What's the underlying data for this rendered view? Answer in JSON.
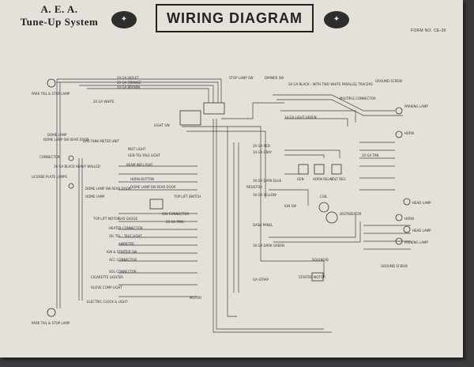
{
  "brand": {
    "line1": "A. E. A.",
    "line2": "Tune-Up System"
  },
  "title": "WIRING DIAGRAM",
  "form_number": "FORM NO. CE-30",
  "icons": {
    "left_emblem": "aea-emblem-icon",
    "right_emblem": "aea-emblem-icon"
  },
  "components": {
    "park_tail_stop_left": "PARK TAIL & STOP LAMP",
    "stop_lamp_sw": "STOP LAMP SW",
    "dimmer_sw": "DIMMER SW",
    "ground_screw_top": "GROUND SCREW",
    "multiple_connector_top": "MULTIPLE CONNECTOR",
    "parking_lamp_top": "PARKING LAMP",
    "horn_top": "HORN",
    "dome_lamp": "DOME LAMP",
    "dome_lamp_sw_rear": "DOME LAMP SW REAR DOOR",
    "gas_tank_meter_unit": "GAS TANK METER UNIT",
    "connector_left": "CONNECTOR",
    "license_plate_lamps": "LICENSE PLATE LAMPS",
    "dome_lamp_sw_rear_door_2": "DOME LAMP SW REAR DOOR",
    "dome_lamp_2": "DOME LAMP",
    "light_sw": "LIGHT SW",
    "inst_light": "INST LIGHT",
    "gen_tel_tale_light": "GEN TEL-TALE LIGHT",
    "beam_ind_light": "BEAM IND LIGHT",
    "horn_button": "HORN BUTTON",
    "dome_lamp_sw_rear_door_3": "DOME LAMP SW REAR DOOR",
    "top_lift_switch": "TOP LIFT SWITCH",
    "gen": "GEN",
    "horn_relay": "HORN RELAY",
    "volt_reg": "VOLT REG",
    "resistor": "RESISTOR",
    "coil": "COIL",
    "distributor": "DISTRIBUTOR",
    "ign_sw": "IGN SW",
    "top_lift_motor": "TOP LIFT MOTOR",
    "ign_connector": "IGN CONNECTOR",
    "gas_gauge": "GAS GAUGE",
    "heater_connector": "HEATER CONNECTOR",
    "oil_tel_tale_light": "OIL TEL - TALE LIGHT",
    "ammeter": "AMMETER",
    "ign_starter_sw": "IGN & STARTER SW",
    "acc_connector": "ACC CONNECTOR",
    "sol_connector": "SOL CONNECTOR",
    "cigarette_lighter": "CIGARETTE LIGHTER",
    "glove_comp_light": "GLOVE COMP LIGHT",
    "electric_clock_light": "ELECTRIC CLOCK & LIGHT",
    "motor": "MOTOR",
    "dash_panel": "DASH PANEL",
    "starter_motor": "STARTER MOTOR",
    "solenoid": "SOLENOID",
    "ground_screw_bottom": "GROUND SCREW",
    "head_lamp_top": "HEAD LAMP",
    "horn_bottom": "HORN",
    "head_lamp_bottom": "HEAD LAMP",
    "parking_lamp_bottom": "PARKING LAMP",
    "park_tail_stop_bottom": "PARK TAIL & STOP LAMP"
  },
  "wire_labels": {
    "violet": "20 GA VIOLET",
    "orange": "20 GA ORANGE",
    "brown": "20 GA BROWN",
    "white": "20 GA WHITE",
    "black_heavy": "16 GA BLACK HEAVY WALLED",
    "black_two_tracers": "20 GA BLACK - WITH TWO WHITE PARALLEL TRACERS",
    "light_green": "14 GA LIGHT GREEN",
    "tan": "20 GA TAN",
    "red": "20 GA RED",
    "gray": "14 GA GRAY",
    "dark_blue": "16 GA DARK BLUE",
    "dark_green": "16 GA DARK GREEN",
    "yellow": "16 GA YELLOW",
    "pink": "20 GA PINK",
    "strap": "GA STRAP"
  }
}
